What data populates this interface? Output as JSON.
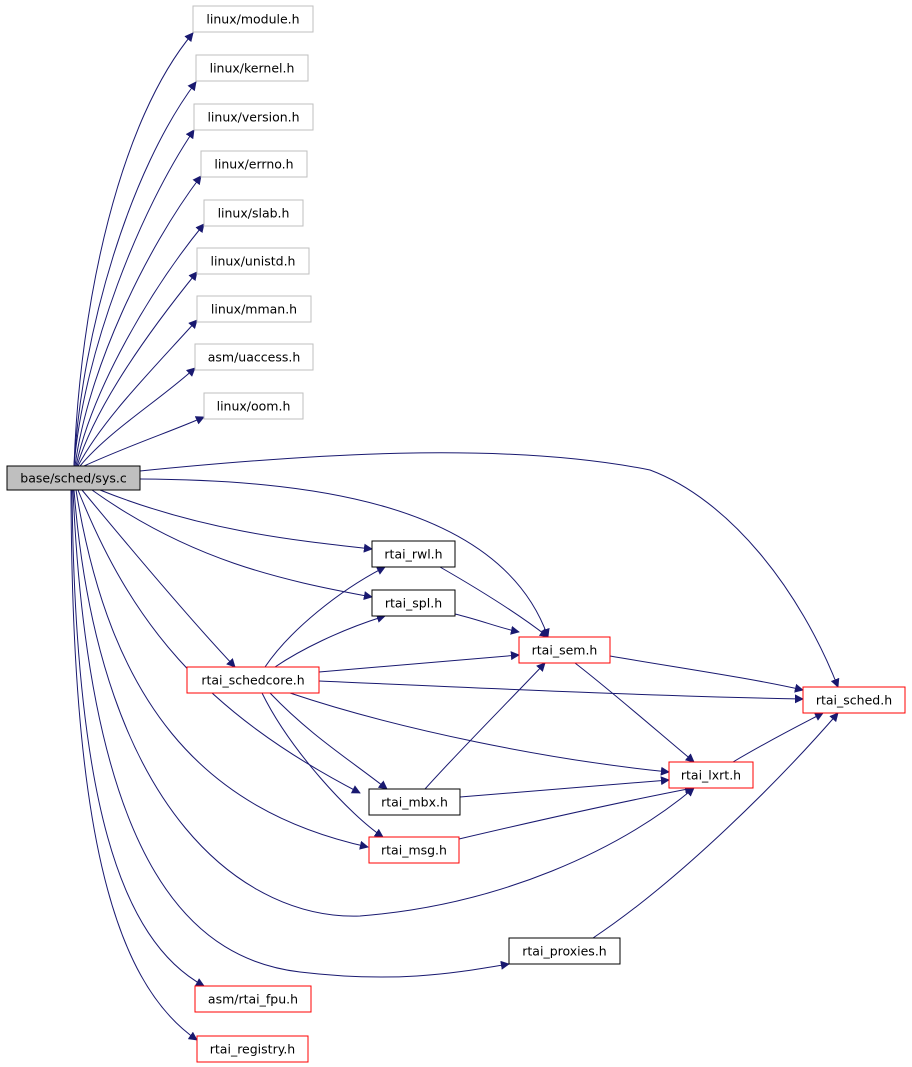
{
  "colors": {
    "edge": "#191970",
    "system_header_border": "#bfbfbf",
    "incomplete_border": "#ff0000",
    "complete_border": "#000000",
    "root_fill": "#bfbfbf"
  },
  "nodes": [
    {
      "id": "root",
      "label": "base/sched/sys.c",
      "kind": "root"
    },
    {
      "id": "module",
      "label": "linux/module.h",
      "kind": "system"
    },
    {
      "id": "kernel",
      "label": "linux/kernel.h",
      "kind": "system"
    },
    {
      "id": "version",
      "label": "linux/version.h",
      "kind": "system"
    },
    {
      "id": "errno",
      "label": "linux/errno.h",
      "kind": "system"
    },
    {
      "id": "slab",
      "label": "linux/slab.h",
      "kind": "system"
    },
    {
      "id": "unistd",
      "label": "linux/unistd.h",
      "kind": "system"
    },
    {
      "id": "mman",
      "label": "linux/mman.h",
      "kind": "system"
    },
    {
      "id": "uaccess",
      "label": "asm/uaccess.h",
      "kind": "system"
    },
    {
      "id": "oom",
      "label": "linux/oom.h",
      "kind": "system"
    },
    {
      "id": "rwl",
      "label": "rtai_rwl.h",
      "kind": "complete"
    },
    {
      "id": "spl",
      "label": "rtai_spl.h",
      "kind": "complete"
    },
    {
      "id": "sem",
      "label": "rtai_sem.h",
      "kind": "incomplete"
    },
    {
      "id": "schedcore",
      "label": "rtai_schedcore.h",
      "kind": "incomplete"
    },
    {
      "id": "sched",
      "label": "rtai_sched.h",
      "kind": "incomplete"
    },
    {
      "id": "lxrt",
      "label": "rtai_lxrt.h",
      "kind": "incomplete"
    },
    {
      "id": "mbx",
      "label": "rtai_mbx.h",
      "kind": "complete"
    },
    {
      "id": "msg",
      "label": "rtai_msg.h",
      "kind": "incomplete"
    },
    {
      "id": "proxies",
      "label": "rtai_proxies.h",
      "kind": "complete"
    },
    {
      "id": "fpu",
      "label": "asm/rtai_fpu.h",
      "kind": "incomplete"
    },
    {
      "id": "registry",
      "label": "rtai_registry.h",
      "kind": "incomplete"
    }
  ],
  "edges": [
    {
      "from": "root",
      "to": "module"
    },
    {
      "from": "root",
      "to": "kernel"
    },
    {
      "from": "root",
      "to": "version"
    },
    {
      "from": "root",
      "to": "errno"
    },
    {
      "from": "root",
      "to": "slab"
    },
    {
      "from": "root",
      "to": "unistd"
    },
    {
      "from": "root",
      "to": "mman"
    },
    {
      "from": "root",
      "to": "uaccess"
    },
    {
      "from": "root",
      "to": "oom"
    },
    {
      "from": "root",
      "to": "sched"
    },
    {
      "from": "root",
      "to": "sem"
    },
    {
      "from": "root",
      "to": "rwl"
    },
    {
      "from": "root",
      "to": "spl"
    },
    {
      "from": "root",
      "to": "schedcore"
    },
    {
      "from": "root",
      "to": "mbx"
    },
    {
      "from": "root",
      "to": "msg"
    },
    {
      "from": "root",
      "to": "lxrt"
    },
    {
      "from": "root",
      "to": "proxies"
    },
    {
      "from": "root",
      "to": "fpu"
    },
    {
      "from": "root",
      "to": "registry"
    },
    {
      "from": "rwl",
      "to": "sem"
    },
    {
      "from": "spl",
      "to": "sem"
    },
    {
      "from": "sem",
      "to": "sched"
    },
    {
      "from": "sem",
      "to": "lxrt"
    },
    {
      "from": "schedcore",
      "to": "rwl"
    },
    {
      "from": "schedcore",
      "to": "spl"
    },
    {
      "from": "schedcore",
      "to": "sem"
    },
    {
      "from": "schedcore",
      "to": "sched"
    },
    {
      "from": "schedcore",
      "to": "lxrt"
    },
    {
      "from": "schedcore",
      "to": "mbx"
    },
    {
      "from": "schedcore",
      "to": "msg"
    },
    {
      "from": "lxrt",
      "to": "sched"
    },
    {
      "from": "mbx",
      "to": "sem"
    },
    {
      "from": "mbx",
      "to": "lxrt"
    },
    {
      "from": "msg",
      "to": "lxrt"
    },
    {
      "from": "proxies",
      "to": "sched"
    }
  ]
}
